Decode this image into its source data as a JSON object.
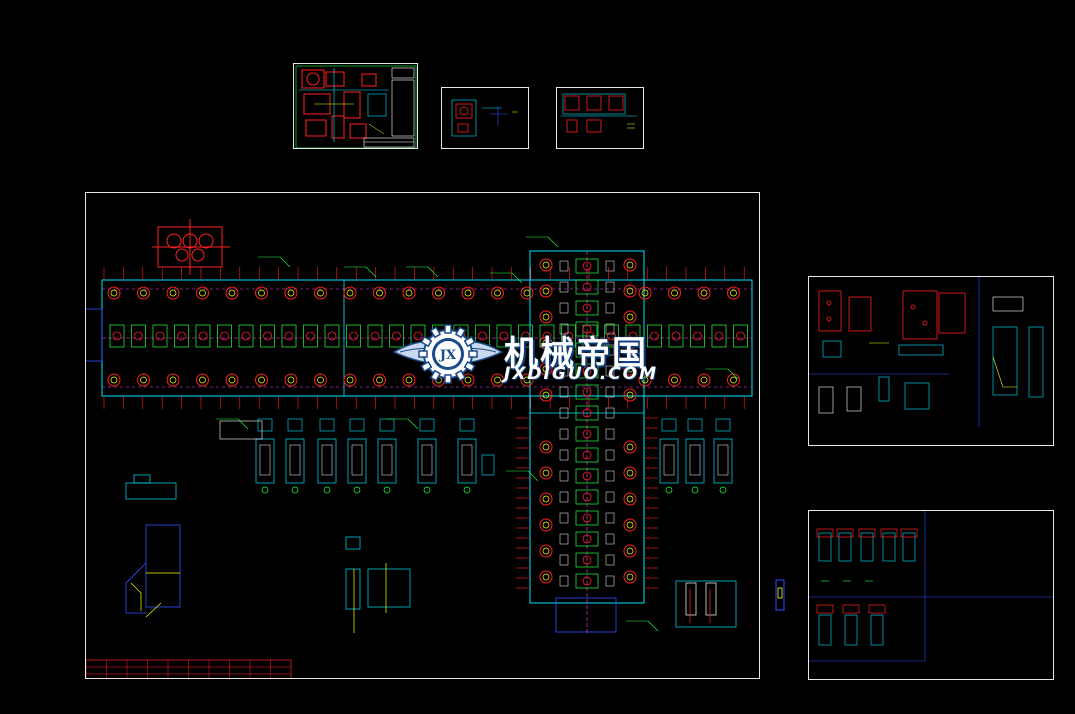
{
  "watermark": {
    "title": "机械帝国",
    "domain": "JXDIGUO.COM",
    "logo_letters": "JX"
  },
  "colors": {
    "background": "#000000",
    "sheet_border": "#e8e8e8",
    "cyan": "#00e5ff",
    "red": "#ff2020",
    "green": "#20ff40",
    "yellow": "#ffff00",
    "blue": "#3050ff",
    "magenta": "#ff40ff",
    "white": "#ffffff"
  },
  "sheets": [
    {
      "name": "thumbnail-sheet-1"
    },
    {
      "name": "thumbnail-sheet-2"
    },
    {
      "name": "thumbnail-sheet-3"
    },
    {
      "name": "main-die-layout-sheet"
    },
    {
      "name": "detail-sheet-right-top"
    },
    {
      "name": "detail-sheet-right-bottom"
    }
  ]
}
